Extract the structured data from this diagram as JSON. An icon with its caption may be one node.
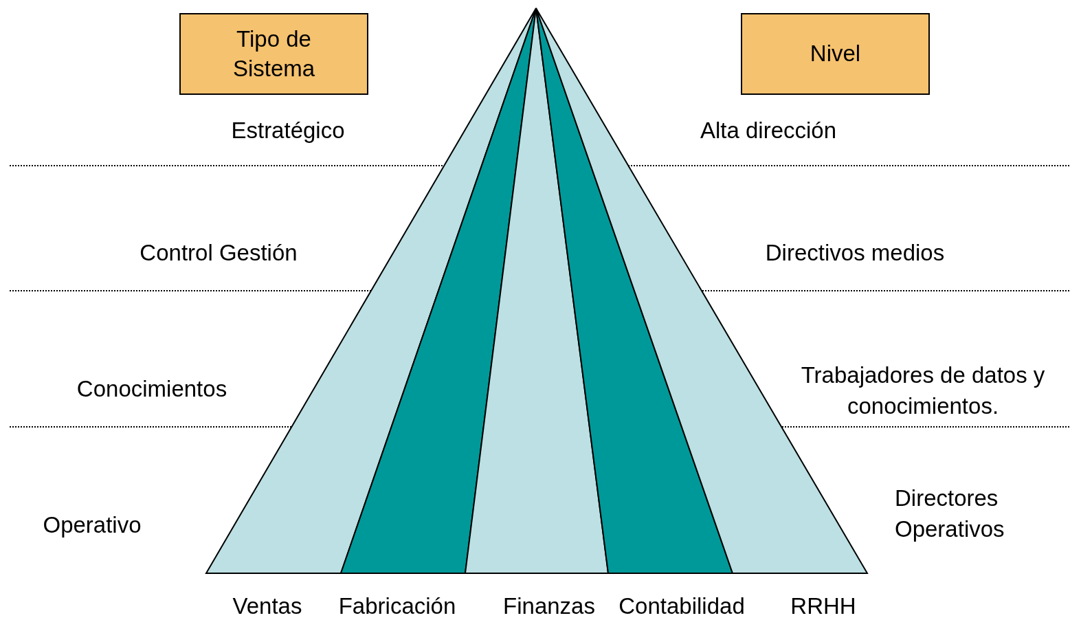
{
  "diagram": {
    "nodes": [
      {
        "text": [
          "Tipo de Sistema"
        ]
      },
      {
        "text": [
          "Nivel"
        ]
      }
    ],
    "labels": [
      "Estratégico",
      "Alta dirección",
      "Control Gestión",
      "Directivos medios",
      "Conocimientos",
      "Trabajadores de datos y conocimientos.",
      "Operativo",
      "Directores Operativos",
      "Ventas",
      "Fabricación",
      "Finanzas",
      "Contabilidad",
      "RRHH"
    ]
  }
}
